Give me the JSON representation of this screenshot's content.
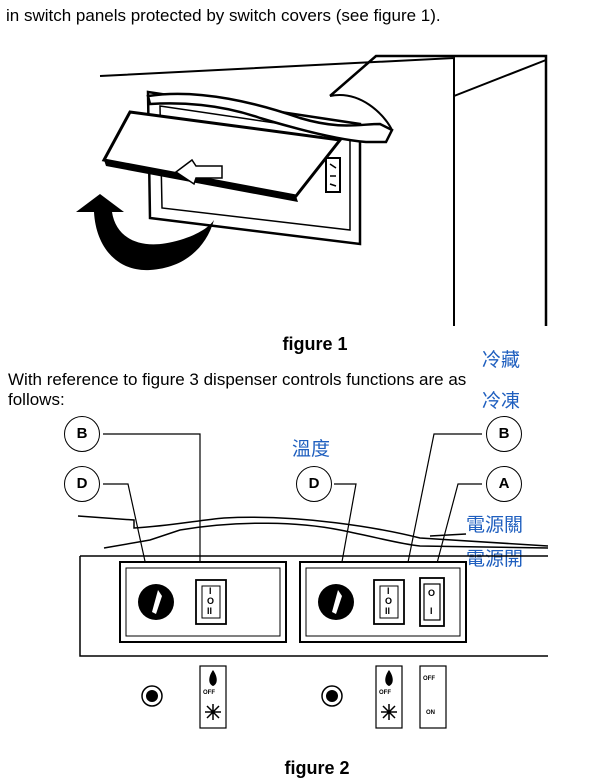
{
  "text": {
    "intro_line": "in switch panels protected by switch covers (see figure 1).",
    "figure1_caption": "figure 1",
    "reference_line1": "With reference to figure 3 dispenser controls functions are as",
    "reference_line2": "follows:",
    "figure2_caption": "figure 2"
  },
  "annotations": {
    "refrigerate": "冷藏",
    "freeze": "冷凍",
    "temperature": "溫度",
    "power_off": "電源關",
    "power_on": "電源開"
  },
  "callouts": {
    "left_b": "B",
    "left_d": "D",
    "right_d": "D",
    "right_b": "B",
    "right_a": "A"
  },
  "symbols": {
    "off_label": "OFF",
    "on_label": "ON",
    "switch_top": "I",
    "switch_mid": "O",
    "switch_bottom": "II",
    "power_top": "O",
    "power_bottom": "I"
  }
}
